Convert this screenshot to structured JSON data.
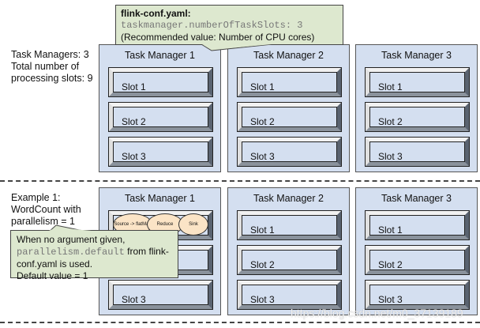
{
  "config_callout": {
    "title": "flink-conf.yaml:",
    "code": "taskmanager.numberOfTaskSlots: 3",
    "note": "(Recommended value: Number of CPU cores)"
  },
  "setup_label": {
    "line1": "Task Managers: 3",
    "line2": "Total number of",
    "line3": "processing slots: 9"
  },
  "example_label": {
    "line1": "Example 1:",
    "line2": "WordCount with",
    "line3": "parallelism = 1"
  },
  "task_managers": [
    "Task Manager 1",
    "Task Manager 2",
    "Task Manager 3"
  ],
  "slots": [
    "Slot 1",
    "Slot 2",
    "Slot 3"
  ],
  "operators": [
    "Source -> flatMap",
    "Reduce",
    "Sink"
  ],
  "default_callout": {
    "line1": "When no argument given,",
    "code": "parallelism.default",
    "line2a": " from flink-",
    "line3": "conf.yaml is used.",
    "line4": "Default value = 1"
  },
  "watermark": "https://blog.csdn.net/m0_37139189",
  "colors": {
    "task_manager_fill": "#d4dff0",
    "callout_fill": "#dde8cf",
    "operator_fill": "#fbe4c6"
  }
}
